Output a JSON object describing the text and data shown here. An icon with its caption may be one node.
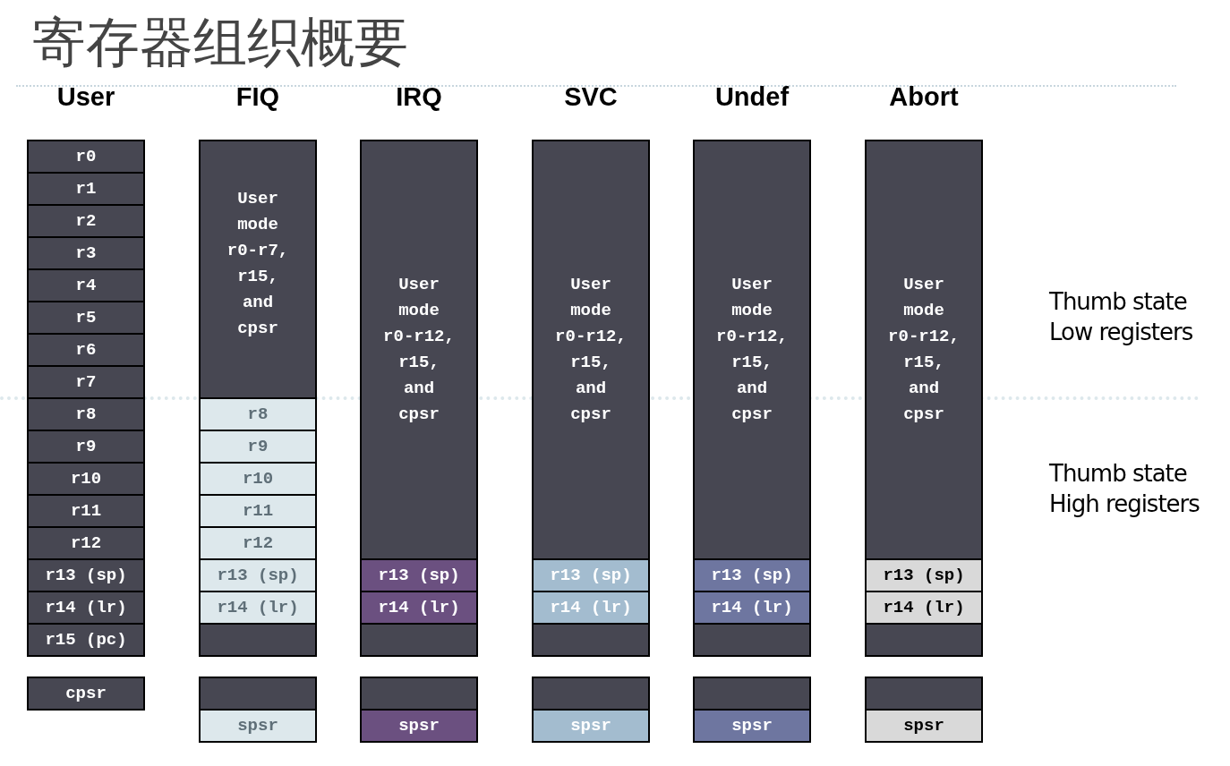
{
  "diagram": {
    "title": "寄存器组织概要",
    "nodes": [
      {
        "text": [
          "r0"
        ]
      },
      {
        "text": [
          "r1"
        ]
      },
      {
        "text": [
          "r2"
        ]
      },
      {
        "text": [
          "r3"
        ]
      },
      {
        "text": [
          "r4"
        ]
      },
      {
        "text": [
          "r5"
        ]
      },
      {
        "text": [
          "r6"
        ]
      },
      {
        "text": [
          "r7"
        ]
      },
      {
        "text": [
          "r8"
        ]
      },
      {
        "text": [
          "r9"
        ]
      },
      {
        "text": [
          "r10"
        ]
      },
      {
        "text": [
          "r11"
        ]
      },
      {
        "text": [
          "r12"
        ]
      },
      {
        "text": [
          "r13 (sp)"
        ]
      },
      {
        "text": [
          "r14 (lr)"
        ]
      },
      {
        "text": [
          "r15 (pc)"
        ]
      },
      {
        "text": [
          "cpsr"
        ]
      },
      {
        "text": [
          "User mode r0-r7, r15, and cpsr"
        ]
      },
      {
        "text": [
          "r8"
        ]
      },
      {
        "text": [
          "r9"
        ]
      },
      {
        "text": [
          "r10"
        ]
      },
      {
        "text": [
          "r11"
        ]
      },
      {
        "text": [
          "r12"
        ]
      },
      {
        "text": [
          "r13 (sp)"
        ]
      },
      {
        "text": [
          "r14 (lr)"
        ]
      },
      {
        "text": [],
        "shape": "box"
      },
      {
        "text": [],
        "shape": "box"
      },
      {
        "text": [
          "spsr"
        ]
      },
      {
        "text": [
          "User mode r0-r12, r15, and cpsr"
        ]
      },
      {
        "text": [
          "r13 (sp)"
        ]
      },
      {
        "text": [
          "r14 (lr)"
        ]
      },
      {
        "text": [],
        "shape": "box"
      },
      {
        "text": [],
        "shape": "box"
      },
      {
        "text": [
          "spsr"
        ]
      },
      {
        "text": [
          "User mode r0-r12, r15, and cpsr"
        ]
      },
      {
        "text": [
          "r13 (sp)"
        ]
      },
      {
        "text": [
          "r14 (lr)"
        ]
      },
      {
        "text": [],
        "shape": "box"
      },
      {
        "text": [],
        "shape": "box"
      },
      {
        "text": [
          "spsr"
        ]
      },
      {
        "text": [
          "User mode r0-r12, r15, and cpsr"
        ]
      },
      {
        "text": [
          "r13 (sp)"
        ]
      },
      {
        "text": [
          "r14 (lr)"
        ]
      },
      {
        "text": [],
        "shape": "box"
      },
      {
        "text": [],
        "shape": "box"
      },
      {
        "text": [
          "spsr"
        ]
      },
      {
        "text": [
          "User mode r0-r12, r15, and cpsr"
        ]
      },
      {
        "text": [
          "r13 (sp)"
        ]
      },
      {
        "text": [
          "r14 (lr)"
        ]
      },
      {
        "text": [],
        "shape": "box"
      },
      {
        "text": [],
        "shape": "box"
      },
      {
        "text": [
          "spsr"
        ]
      }
    ],
    "edges": [],
    "labels": [
      "User",
      "FIQ",
      "IRQ",
      "SVC",
      "Undef",
      "Abort",
      "Thumb state Low registers",
      "Thumb state High registers"
    ]
  }
}
